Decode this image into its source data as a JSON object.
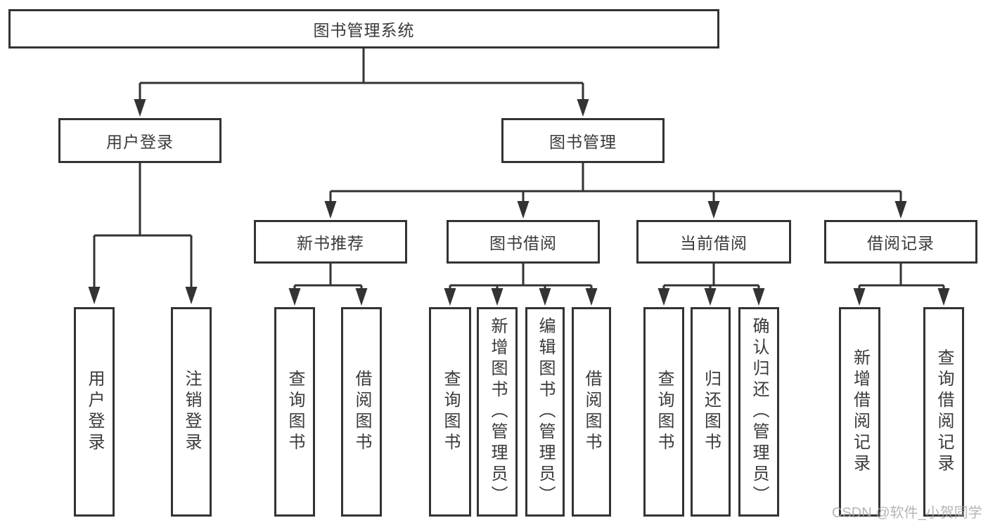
{
  "diagram": {
    "nodes": {
      "root": "图书管理系统",
      "user_login_group": "用户登录",
      "book_management": "图书管理",
      "new_book_recommend": "新书推荐",
      "book_borrowing": "图书借阅",
      "current_borrowing": "当前借阅",
      "borrowing_records": "借阅记录",
      "user_login": "用户登录",
      "logout": "注销登录",
      "nb_query_books": "查询图书",
      "nb_borrow_books": "借阅图书",
      "bb_query_books": "查询图书",
      "bb_add_books": "新增图书（管理员）",
      "bb_edit_books": "编辑图书（管理员）",
      "bb_borrow_books": "借阅图书",
      "cb_query_books": "查询图书",
      "cb_return_books": "归还图书",
      "cb_confirm_return": "确认归还（管理员）",
      "br_add_record": "新增借阅记录",
      "br_query_record": "查询借阅记录"
    },
    "colors": {
      "line": "#333333",
      "text": "#3a3a3a",
      "background": "#ffffff",
      "watermark_gray": "#a8a8aa"
    }
  },
  "watermark": "CSDN @软件_小贺同学"
}
